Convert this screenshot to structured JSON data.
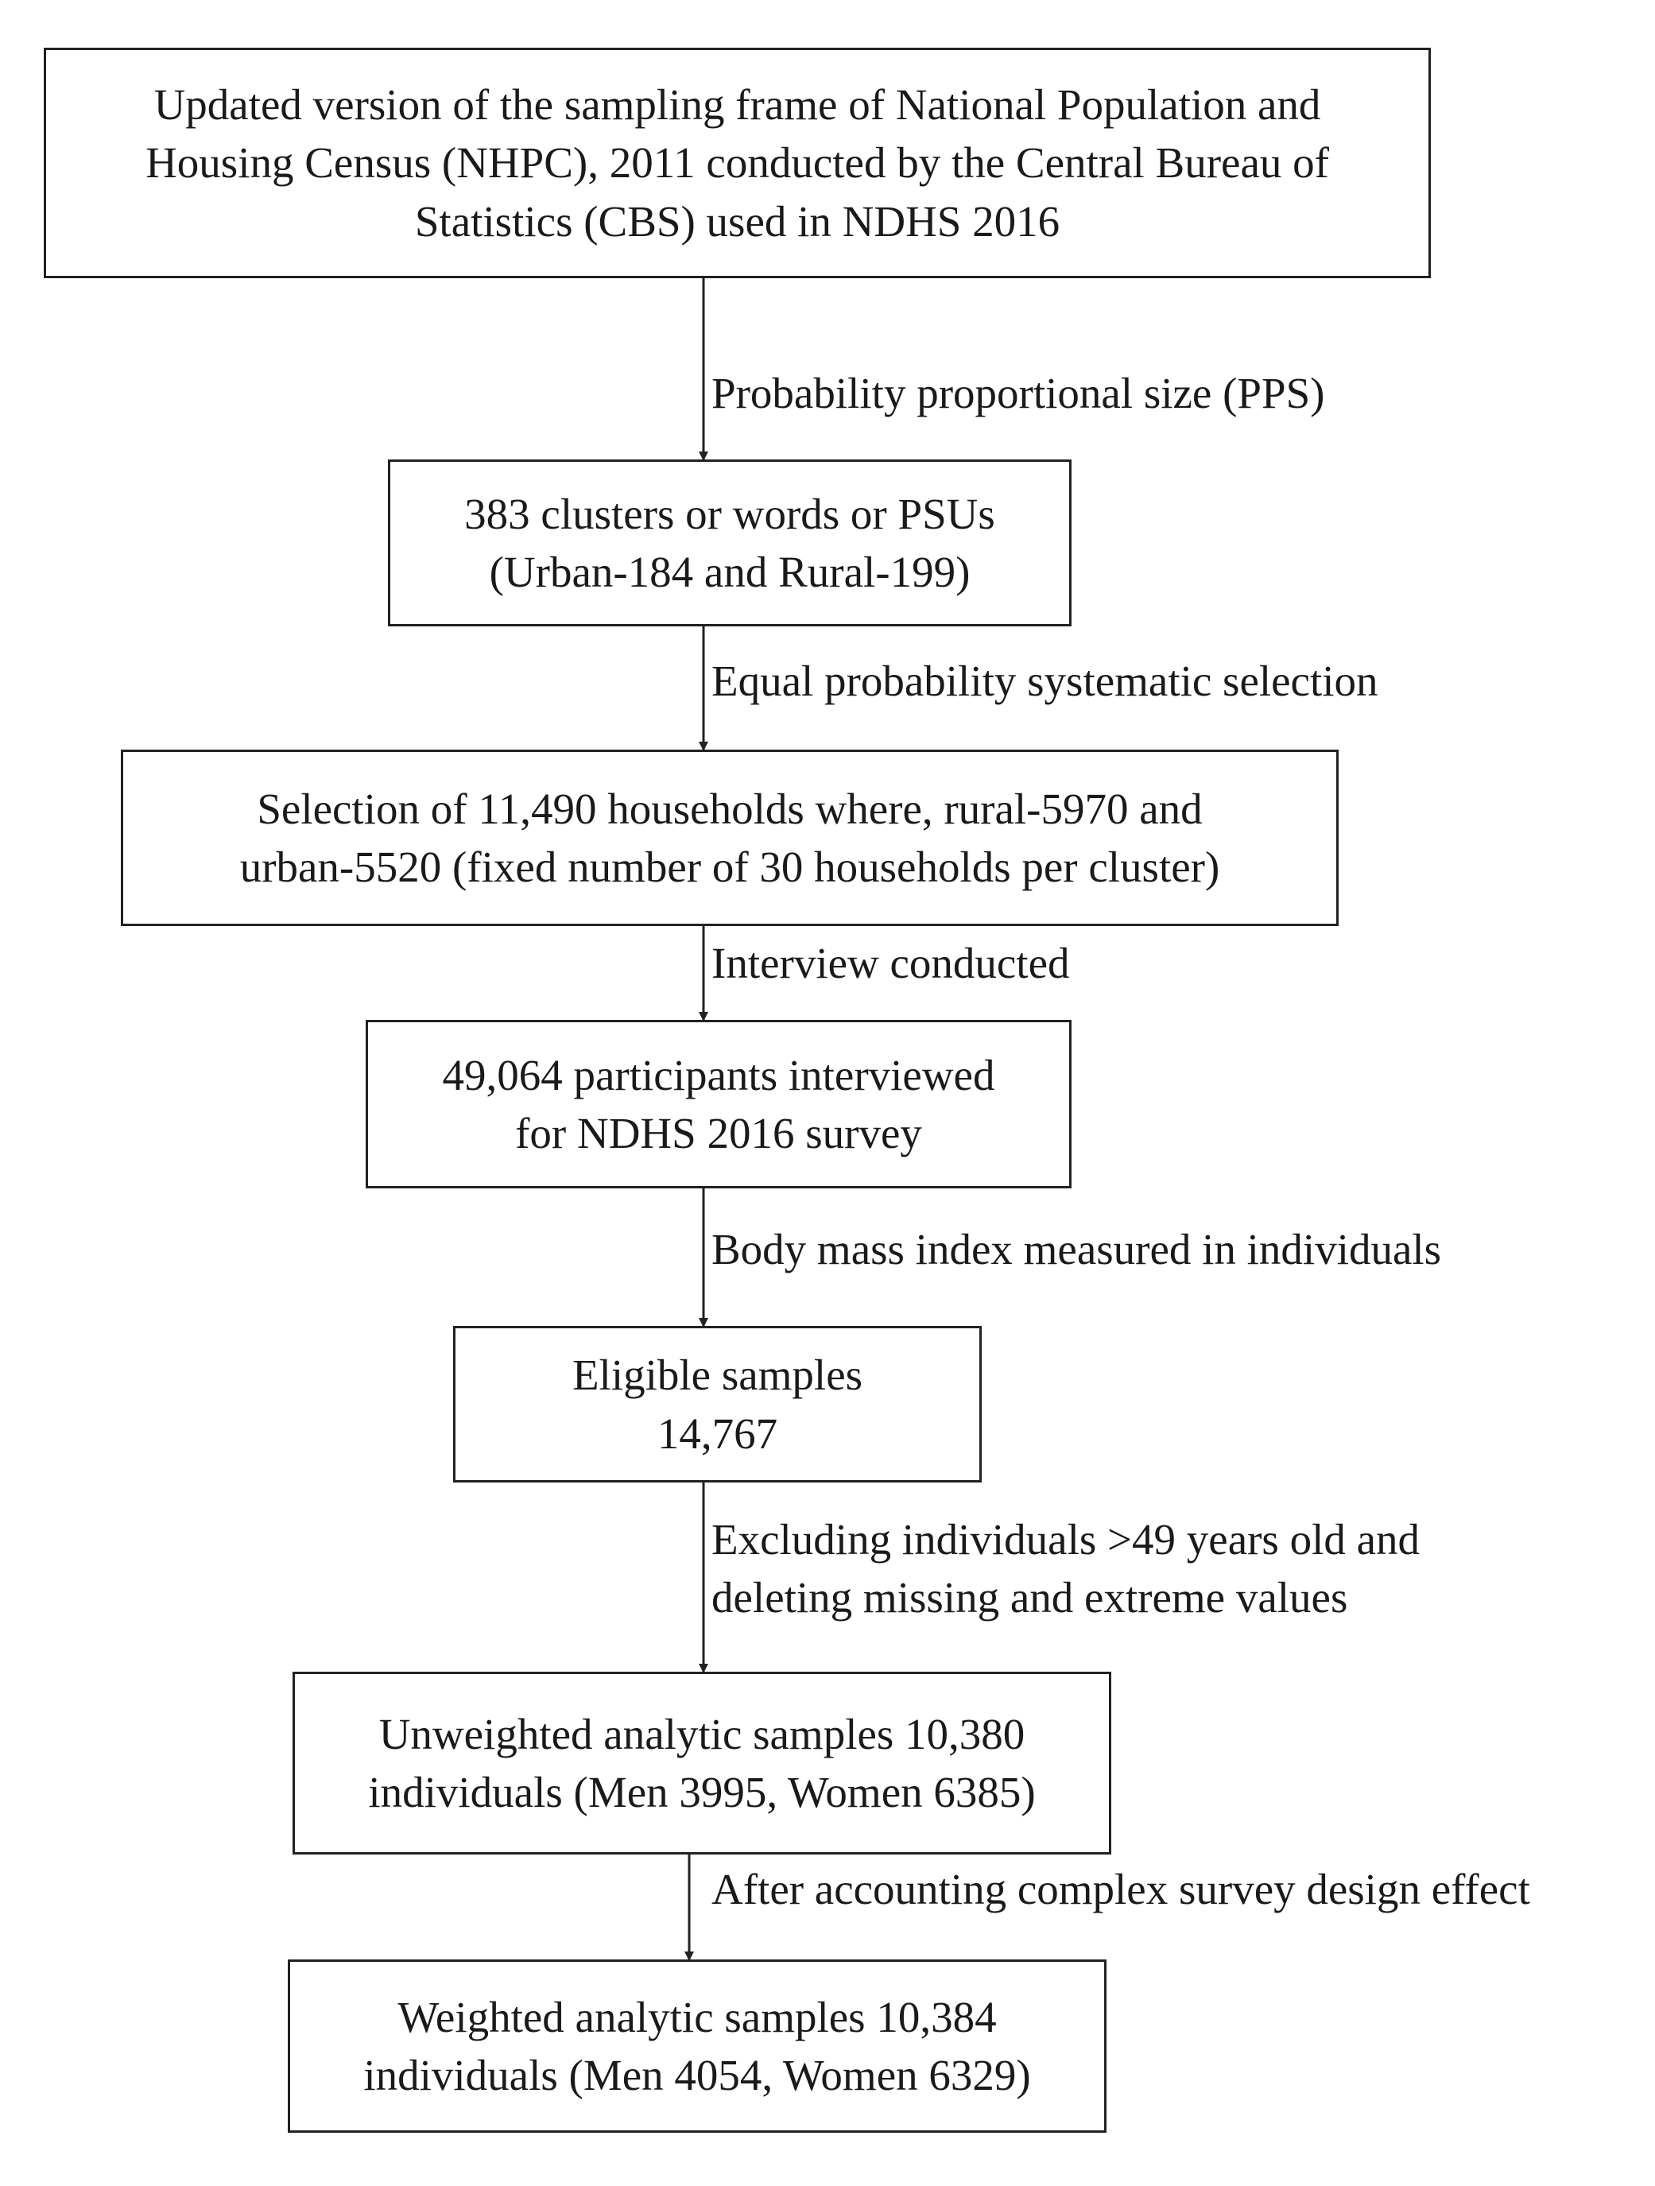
{
  "nodes": [
    {
      "id": "frame",
      "lines": [
        "Updated version of the sampling frame of National Population and",
        "Housing Census (NHPC), 2011 conducted by the Central Bureau of",
        "Statistics (CBS) used in NDHS 2016"
      ]
    },
    {
      "id": "clusters",
      "lines": [
        "383 clusters or words or PSUs",
        "(Urban-184 and Rural-199)"
      ]
    },
    {
      "id": "households",
      "lines": [
        "Selection of 11,490 households where, rural-5970 and",
        "urban-5520 (fixed number of 30 households per cluster)"
      ]
    },
    {
      "id": "participants",
      "lines": [
        "49,064 participants interviewed",
        "for NDHS 2016 survey"
      ]
    },
    {
      "id": "eligible",
      "lines": [
        "Eligible samples",
        "14,767"
      ]
    },
    {
      "id": "unweighted",
      "lines": [
        "Unweighted analytic samples 10,380",
        "individuals (Men 3995, Women 6385)"
      ]
    },
    {
      "id": "weighted",
      "lines": [
        "Weighted analytic samples 10,384",
        "individuals (Men 4054, Women 6329)"
      ]
    }
  ],
  "edges": [
    {
      "from": "frame",
      "to": "clusters",
      "lines": [
        "Probability proportional size (PPS)"
      ]
    },
    {
      "from": "clusters",
      "to": "households",
      "lines": [
        "Equal probability systematic selection"
      ]
    },
    {
      "from": "households",
      "to": "participants",
      "lines": [
        "Interview conducted"
      ]
    },
    {
      "from": "participants",
      "to": "eligible",
      "lines": [
        "Body mass index measured in individuals"
      ]
    },
    {
      "from": "eligible",
      "to": "unweighted",
      "lines": [
        "Excluding individuals >49 years old and",
        "deleting missing and extreme values"
      ]
    },
    {
      "from": "unweighted",
      "to": "weighted",
      "lines": [
        "After accounting complex survey design effect"
      ]
    }
  ]
}
